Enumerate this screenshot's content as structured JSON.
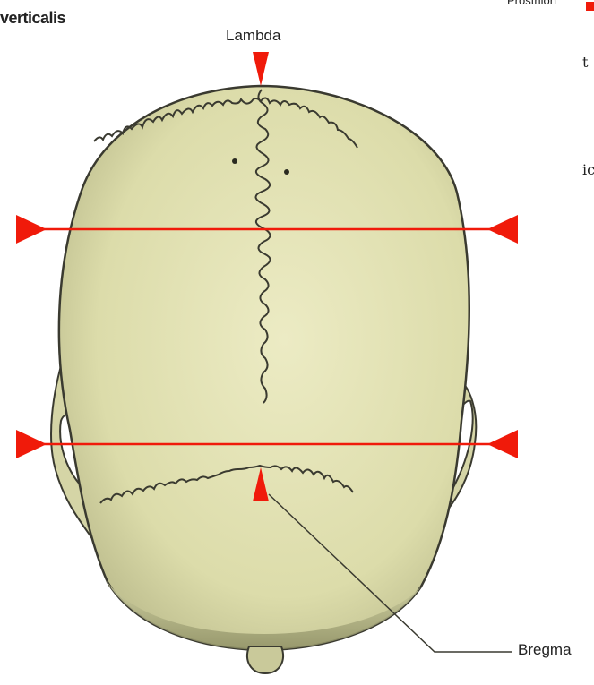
{
  "title": "verticalis",
  "labels": {
    "lambda": "Lambda",
    "bregma": "Bregma",
    "prosthion": "Prosthion",
    "fragment_right_1": "t",
    "fragment_right_2": "ic"
  },
  "colors": {
    "skull_fill": "#e4e4b8",
    "skull_outline": "#3a3a30",
    "measure_red": "#f01a0a",
    "label_text": "#222222"
  }
}
